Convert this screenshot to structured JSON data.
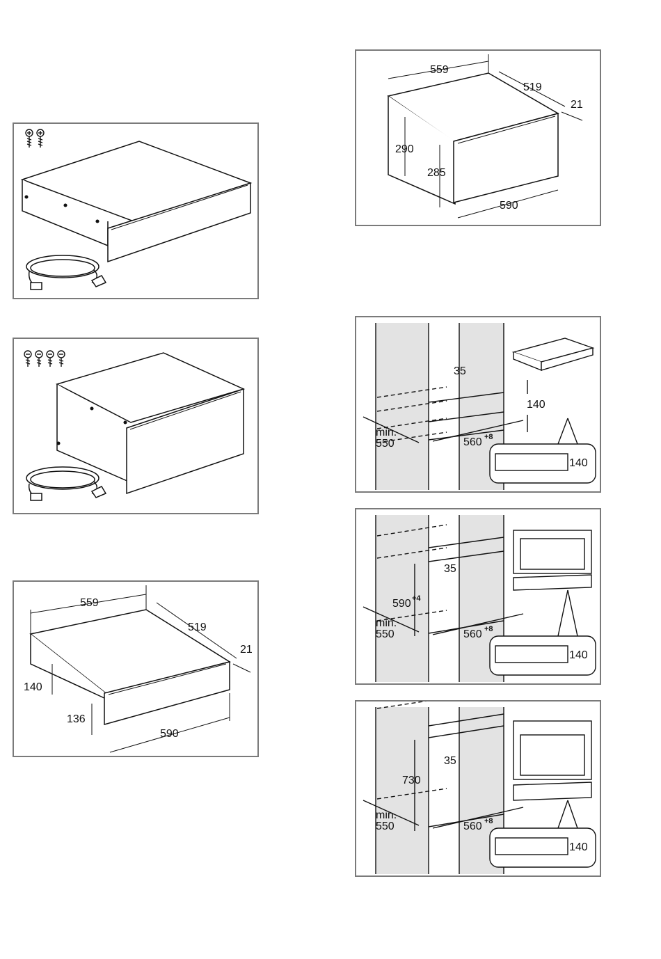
{
  "colors": {
    "frame": "#7a7a7a",
    "line": "#111111",
    "cabinet_shade": "#e3e3e3"
  },
  "icons": {
    "screw": "screw-icon",
    "cable": "power-cable-icon"
  },
  "panels": {
    "p1": {
      "screws": 2
    },
    "p2": {
      "screws": 4
    },
    "p3": {
      "width": "559",
      "depth": "519",
      "front": "21",
      "height_side": "140",
      "height_front": "136",
      "front_width": "590"
    },
    "p4": {
      "width": "559",
      "depth": "519",
      "front": "21",
      "height_side": "290",
      "height_front": "285",
      "front_width": "590"
    },
    "p5": {
      "gap": "35",
      "niche_height": "140",
      "min": "min.",
      "min_val": "550",
      "niche_width": "560",
      "niche_width_tol": "+8",
      "detail_height": "140"
    },
    "p6": {
      "gap": "35",
      "niche_height": "590",
      "niche_height_tol": "+4",
      "min": "min.",
      "min_val": "550",
      "niche_width": "560",
      "niche_width_tol": "+8",
      "detail_height": "140"
    },
    "p7": {
      "gap": "35",
      "niche_height": "730",
      "min": "min.",
      "min_val": "550",
      "niche_width": "560",
      "niche_width_tol": "+8",
      "detail_height": "140"
    }
  }
}
